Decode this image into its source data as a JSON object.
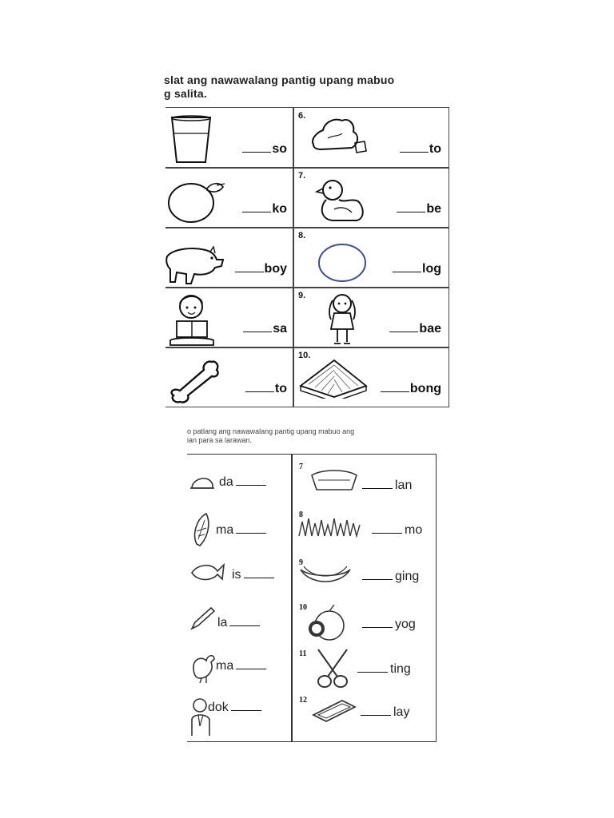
{
  "worksheet1": {
    "title_lines": [
      "slat ang nawawalang pantig upang mabuo",
      "g salita."
    ],
    "items": [
      {
        "number": "",
        "icon": "glass-icon",
        "suffix": "so"
      },
      {
        "number": "6.",
        "icon": "rock-icon",
        "suffix": "to"
      },
      {
        "number": "",
        "icon": "fruit-icon",
        "suffix": "ko"
      },
      {
        "number": "7.",
        "icon": "duck-icon",
        "suffix": "be"
      },
      {
        "number": "",
        "icon": "pig-icon",
        "suffix": "boy"
      },
      {
        "number": "8.",
        "icon": "circle-icon",
        "suffix": "log"
      },
      {
        "number": "",
        "icon": "boy-reading-icon",
        "suffix": "sa"
      },
      {
        "number": "9.",
        "icon": "girl-icon",
        "suffix": "bae"
      },
      {
        "number": "",
        "icon": "bone-icon",
        "suffix": "to"
      },
      {
        "number": "10.",
        "icon": "pyramid-roof-icon",
        "suffix": "bong"
      }
    ]
  },
  "worksheet2": {
    "title_lines": [
      "o patlang ang nawawalang pantig upang mabuo ang",
      "ian para sa larawan."
    ],
    "items": [
      {
        "number": "",
        "icon": "hat-icon",
        "prefix": "da",
        "suffix": ""
      },
      {
        "number": "7",
        "icon": "cake-icon",
        "prefix": "",
        "suffix": "lan"
      },
      {
        "number": "",
        "icon": "corn-icon",
        "prefix": "ma",
        "suffix": ""
      },
      {
        "number": "8",
        "icon": "grass-icon",
        "prefix": "",
        "suffix": "mo"
      },
      {
        "number": "",
        "icon": "fish-icon",
        "prefix": "is",
        "suffix": ""
      },
      {
        "number": "9",
        "icon": "banana-icon",
        "prefix": "",
        "suffix": "ging"
      },
      {
        "number": "",
        "icon": "pencil-icon",
        "prefix": "la",
        "suffix": ""
      },
      {
        "number": "10",
        "icon": "coconut-icon",
        "prefix": "",
        "suffix": "yog"
      },
      {
        "number": "",
        "icon": "chicken-icon",
        "prefix": "ma",
        "suffix": ""
      },
      {
        "number": "11",
        "icon": "scissors-icon",
        "prefix": "",
        "suffix": "ting"
      },
      {
        "number": "",
        "icon": "doctor-icon",
        "prefix": "dok",
        "suffix": ""
      },
      {
        "number": "12",
        "icon": "tray-icon",
        "prefix": "",
        "suffix": "lay"
      }
    ]
  }
}
